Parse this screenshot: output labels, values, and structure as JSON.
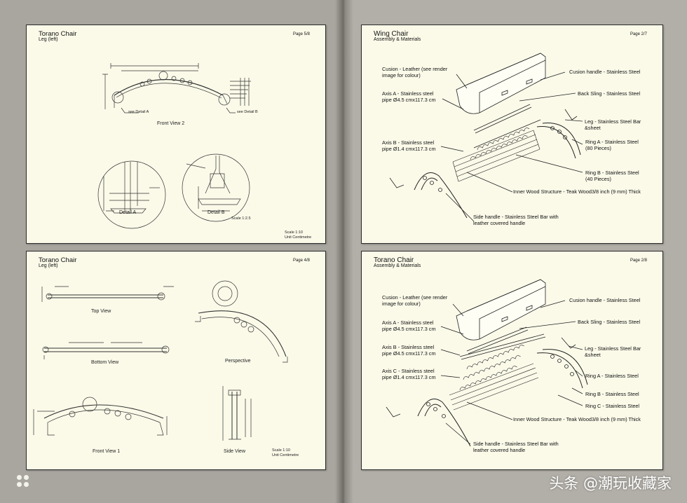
{
  "sheets": {
    "top_left": {
      "title": "Torano Chair",
      "subtitle": "Leg (left)",
      "page": "Page 5/8",
      "labels": {
        "see_detail_a": "see Detail A",
        "see_detail_b": "see Detail B",
        "front_view_2": "Front View 2",
        "detail_a": "Detail A",
        "detail_b": "Detail B",
        "scale_detail": "Scale 1:2.5",
        "scale": "Scale 1:10",
        "unit": "Unit Centimetre"
      }
    },
    "bottom_left": {
      "title": "Torano Chair",
      "subtitle": "Leg (left)",
      "page": "Page 4/8",
      "labels": {
        "top_view": "Top View",
        "bottom_view": "Bottom View",
        "perspective": "Perspective",
        "front_view_1": "Front View 1",
        "side_view": "Side View",
        "scale": "Scale 1:10",
        "unit": "Unit Centimetre"
      }
    },
    "top_right": {
      "title": "Wing Chair",
      "subtitle": "Assembly & Materials",
      "page": "Page 2/7",
      "callouts_left": [
        "Cusion - Leather (see render",
        "image for colour)",
        "Axis A - Stainless steel",
        "pipe Ø4.5 cmx117.3 cm",
        "Axis B - Stainless steel",
        "pipe Ø1.4 cmx117.3 cm"
      ],
      "callouts_right": [
        "Cusion handle - Stainless Steel",
        "Back Sling - Stainless Steel",
        "Leg - Stainless Steel Bar",
        "&sheet",
        "Ring A - Stainless Steel",
        "(80 Pieces)",
        "Ring B - Stainless Steel",
        "(40 Pieces)",
        "Inner Wood Structure - Teak Wood3/8 inch (9 mm) Thick",
        "Side handle - Stainless Steel Bar with",
        "leather covered handle"
      ]
    },
    "bottom_right": {
      "title": "Torano Chair",
      "subtitle": "Assembly & Materials",
      "page": "Page 2/8",
      "callouts_left": [
        "Cusion - Leather (see render",
        "image for colour)",
        "Axis A - Stainless steel",
        "pipe Ø4.5 cmx117.3 cm",
        "Axis B - Stainless steel",
        "pipe Ø4.5 cmx117.3 cm",
        "Axis C - Stainless steel",
        "pipe Ø1.4 cmx117.3 cm"
      ],
      "callouts_right": [
        "Cusion handle - Stainless Steel",
        "Back Sling - Stainless Steel",
        "Leg - Stainless Steel Bar",
        "&sheet",
        "Ring A - Stainless Steel",
        "Ring B - Stainless Steel",
        "Ring C - Stainless Steel",
        "Inner Wood Structure - Teak Wood3/8 inch (9 mm) Thick",
        "Side handle - Stainless Steel Bar with",
        "leather covered handle"
      ]
    }
  },
  "watermark": "头条 @潮玩收藏家",
  "colors": {
    "paper": "#fbfae9",
    "ink": "#222222",
    "background": "#a9a69f"
  }
}
